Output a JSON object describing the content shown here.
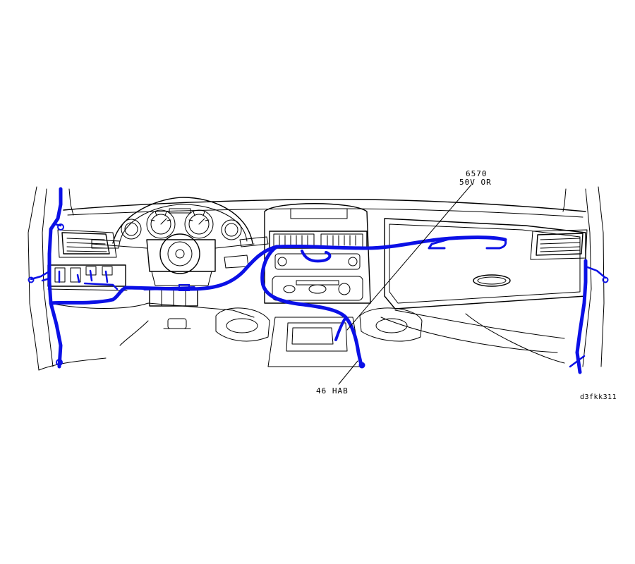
{
  "labels": {
    "top_code": "6570",
    "top_desc": "50V  OR",
    "bottom_label": "46  HAB",
    "drawing_ref": "d3fkk311"
  },
  "colors": {
    "harness": "#0b10e6",
    "line": "#000000",
    "background": "#ffffff"
  }
}
